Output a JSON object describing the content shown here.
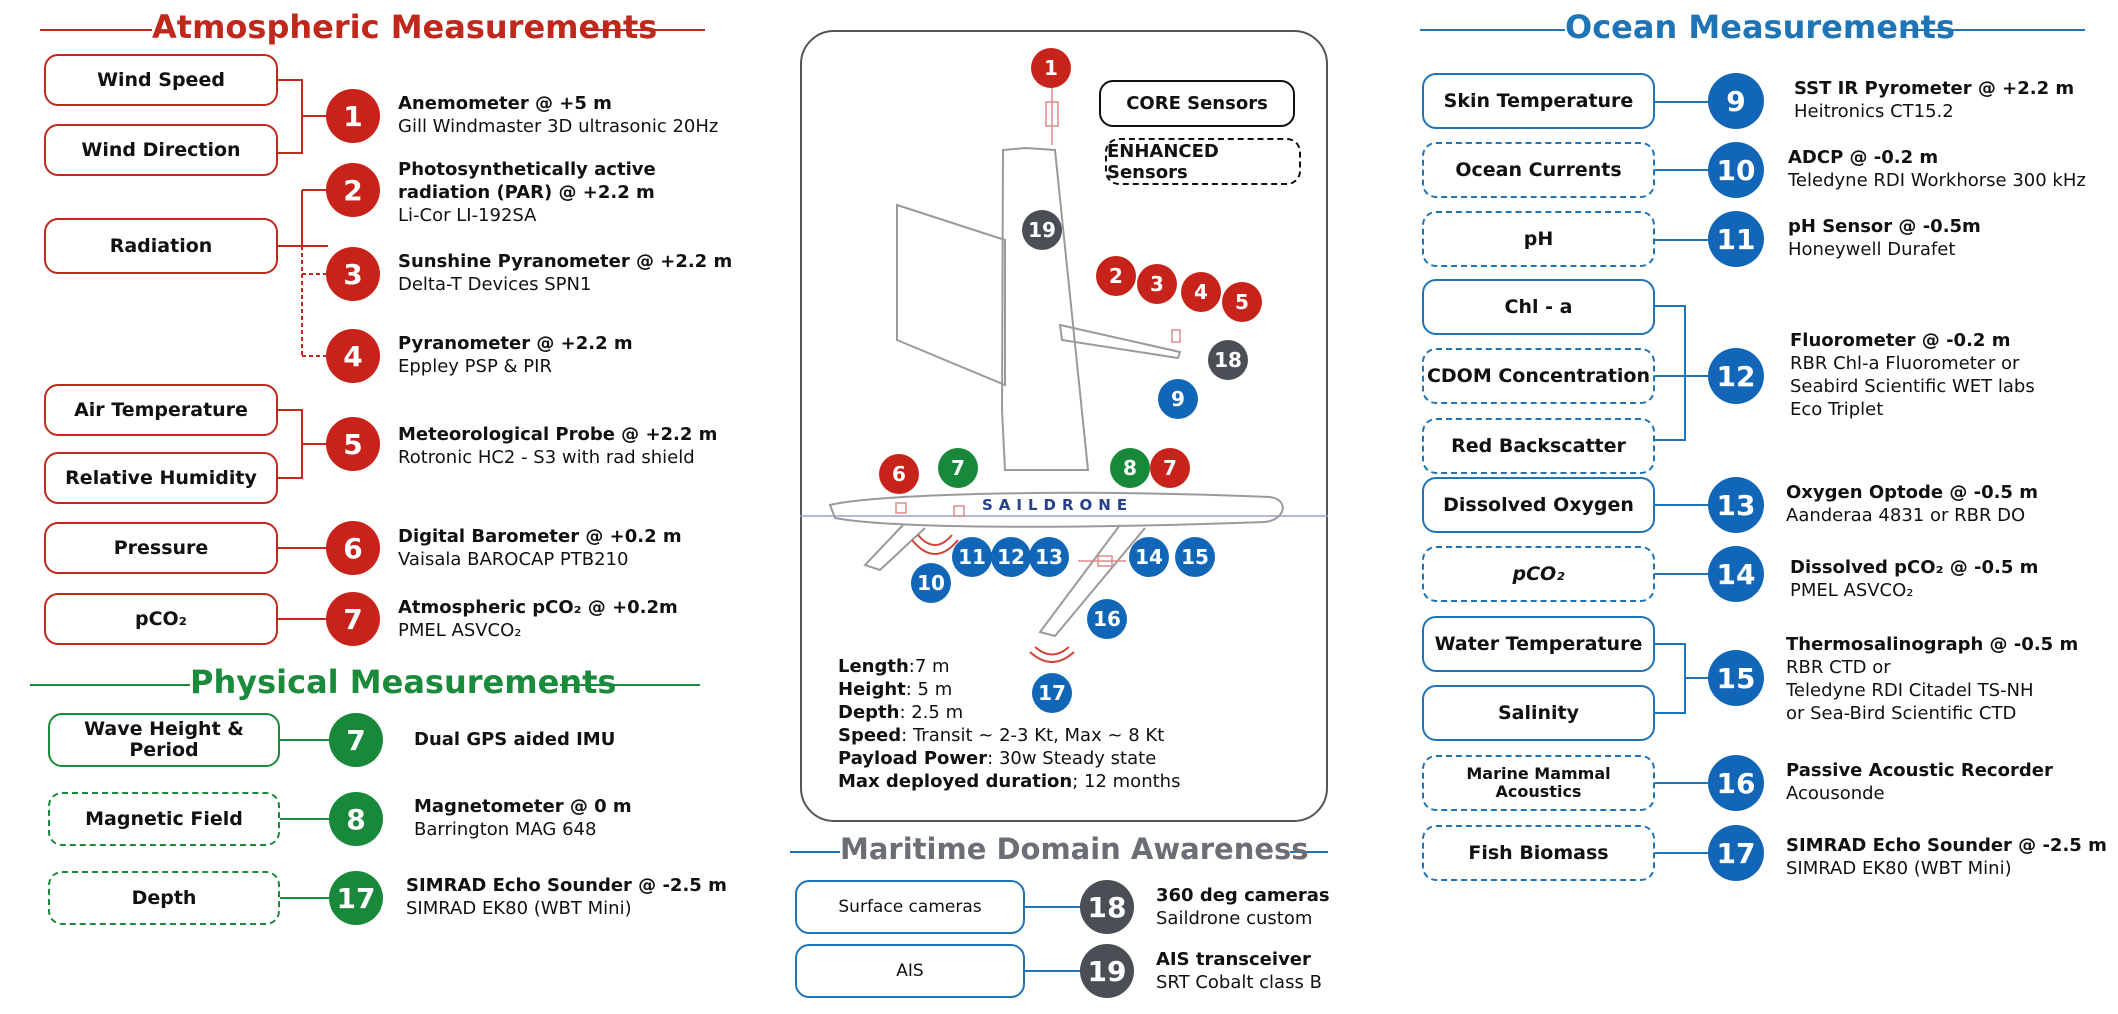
{
  "colors": {
    "atmospheric": "#c0281c",
    "physical": "#1a8a3b",
    "ocean": "#1f74b5",
    "maritime": "#4a4e55"
  },
  "atmospheric": {
    "title": "Atmospheric Measurements",
    "pills": [
      "Wind Speed",
      "Wind Direction",
      "Radiation",
      "Air Temperature",
      "Relative Humidity",
      "Pressure",
      "pCO₂"
    ],
    "sensors": [
      {
        "num": "1",
        "title": "Anemometer @ +5 m",
        "sub": "Gill Windmaster 3D ultrasonic 20Hz"
      },
      {
        "num": "2",
        "title": "Photosynthetically active",
        "title2": "radiation (PAR) @ +2.2 m",
        "sub": "Li-Cor LI-192SA"
      },
      {
        "num": "3",
        "title": "Sunshine Pyranometer @ +2.2 m",
        "sub": "Delta-T Devices SPN1"
      },
      {
        "num": "4",
        "title": "Pyranometer @ +2.2 m",
        "sub": "Eppley PSP & PIR"
      },
      {
        "num": "5",
        "title": "Meteorological Probe @ +2.2 m",
        "sub": "Rotronic HC2 - S3 with rad shield"
      },
      {
        "num": "6",
        "title": "Digital Barometer @ +0.2 m",
        "sub": "Vaisala BAROCAP PTB210"
      },
      {
        "num": "7",
        "title": "Atmospheric pCO₂ @ +0.2m",
        "sub": "PMEL ASVCO₂"
      }
    ]
  },
  "physical": {
    "title": "Physical Measurements",
    "pills": [
      "Wave Height & Period",
      "Magnetic Field",
      "Depth"
    ],
    "sensors": [
      {
        "num": "7",
        "title": "Dual GPS aided IMU",
        "sub": ""
      },
      {
        "num": "8",
        "title": "Magnetometer @ 0 m",
        "sub": "Barrington MAG 648"
      },
      {
        "num": "17",
        "title": "SIMRAD Echo Sounder @ -2.5 m",
        "sub": "SIMRAD EK80 (WBT Mini)"
      }
    ]
  },
  "ocean": {
    "title": "Ocean Measurements",
    "pills": [
      "Skin Temperature",
      "Ocean Currents",
      "pH",
      "Chl - a",
      "CDOM Concentration",
      "Red Backscatter",
      "Dissolved Oxygen",
      "pCO₂",
      "Water Temperature",
      "Salinity",
      "Marine Mammal Acoustics",
      "Fish Biomass"
    ],
    "sensors": [
      {
        "num": "9",
        "title": "SST IR Pyrometer @ +2.2 m",
        "sub": "Heitronics CT15.2"
      },
      {
        "num": "10",
        "title": "ADCP @ -0.2 m",
        "sub": "Teledyne RDI Workhorse 300 kHz"
      },
      {
        "num": "11",
        "title": "pH Sensor @ -0.5m",
        "sub": "Honeywell Durafet"
      },
      {
        "num": "12",
        "title": "Fluorometer @ -0.2 m",
        "sub": "RBR Chl-a Fluorometer or",
        "sub2": "Seabird Scientific WET labs",
        "sub3": "Eco Triplet"
      },
      {
        "num": "13",
        "title": "Oxygen Optode @ -0.5 m",
        "sub": "Aanderaa 4831 or RBR DO"
      },
      {
        "num": "14",
        "title": "Dissolved pCO₂ @ -0.5 m",
        "sub": "PMEL ASVCO₂"
      },
      {
        "num": "15",
        "title": "Thermosalinograph @ -0.5 m",
        "sub": "RBR CTD  or",
        "sub2": "Teledyne RDI Citadel TS-NH",
        "sub3": "or Sea-Bird Scientific CTD"
      },
      {
        "num": "16",
        "title": "Passive Acoustic Recorder",
        "sub": "Acousonde"
      },
      {
        "num": "17",
        "title": "SIMRAD Echo Sounder @ -2.5 m",
        "sub": "SIMRAD EK80 (WBT Mini)"
      }
    ]
  },
  "maritime": {
    "title": "Maritime Domain Awareness",
    "pills": [
      "Surface cameras",
      "AIS"
    ],
    "sensors": [
      {
        "num": "18",
        "title": "360 deg cameras",
        "sub": "Saildrone custom"
      },
      {
        "num": "19",
        "title": "AIS transceiver",
        "sub": "SRT Cobalt class B"
      }
    ]
  },
  "drone": {
    "legend_core": "CORE Sensors",
    "legend_enhanced": "ENHANCED Sensors",
    "hull_label": "SAILDRONE",
    "markers": [
      "1",
      "19",
      "2",
      "3",
      "4",
      "5",
      "18",
      "9",
      "6",
      "7",
      "8",
      "7",
      "11",
      "12",
      "13",
      "14",
      "15",
      "10",
      "16",
      "17"
    ],
    "specs": [
      {
        "k": "Length",
        "v": ":7 m"
      },
      {
        "k": "Height",
        "v": ": 5 m"
      },
      {
        "k": "Depth",
        "v": ": 2.5 m"
      },
      {
        "k": "Speed",
        "v": ": Transit ~ 2-3 Kt, Max ~ 8 Kt"
      },
      {
        "k": "Payload Power",
        "v": ": 30w Steady state"
      },
      {
        "k": "Max deployed duration",
        "v": "; 12 months"
      }
    ]
  }
}
